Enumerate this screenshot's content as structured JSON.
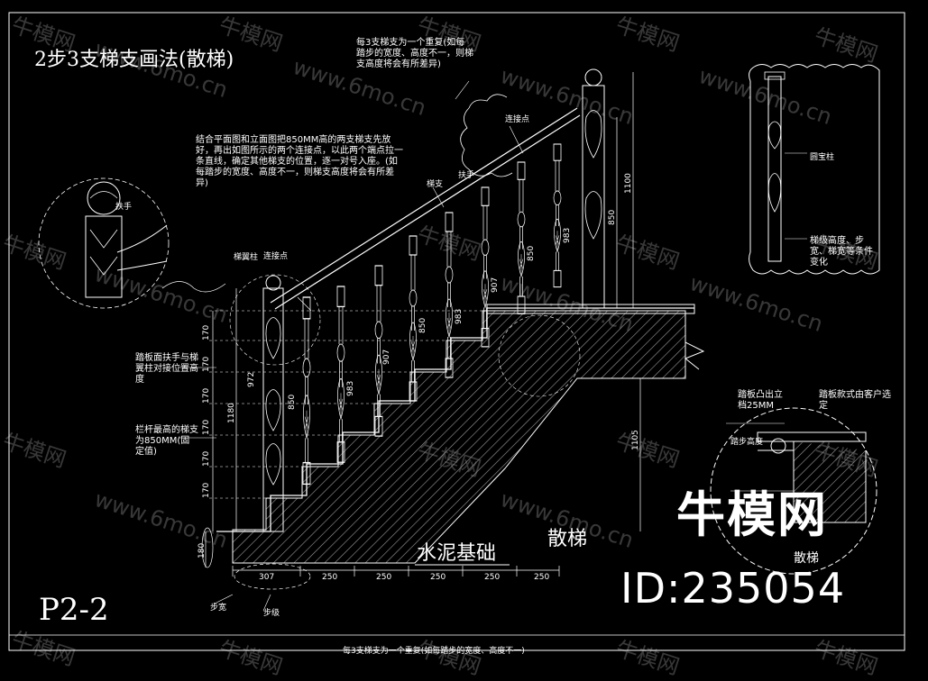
{
  "drawing": {
    "title": "2步3支梯支画法(散梯)",
    "page_code": "P2-2",
    "concrete_label": "水泥基础",
    "stair_type_label": "散梯",
    "detail_stair_label": "散梯"
  },
  "notes": {
    "top": "每3支梯支为一个重复(如每踏步的宽度、高度不一，则梯支高度将会有所差异)",
    "mid": "结合平面图和立面图把850MM高的两支梯支先放好，再出如图所示的两个连接点，以此两个端点拉一条直线，确定其他梯支的位置，逐一对号入座。(如每踏步的宽度、高度不一，则梯支高度将会有所差异)",
    "left_a": "踏板面扶手与梯翼柱对接位置高度",
    "left_b": "栏杆最高的梯支为850MM(固定值)",
    "right_top": "圆宝柱",
    "right_bottom": "梯级高度、步宽、梯宽等条件变化",
    "detail_a": "踏板凸出立档25MM",
    "detail_b": "踏板款式由客户选定"
  },
  "labels": {
    "connect_top": "连接点",
    "connect_left": "连接点",
    "handrail": "扶手",
    "baluster": "梯支",
    "newel": "梯翼柱",
    "handrail_small": "扶手",
    "step_height": "踏步高度",
    "step_width": "步宽",
    "riser": "步级",
    "bottom_note": "每3支梯支为一个重复(如每踏步的宽度、高度不一)"
  },
  "dimensions": {
    "bottom": [
      "307",
      "250",
      "250",
      "250",
      "250",
      "250"
    ],
    "left_rise": [
      "170",
      "170",
      "170",
      "170",
      "170",
      "170"
    ],
    "left_total": "1180",
    "left_base": "180",
    "newel_rail": "972",
    "newel_inner": "850",
    "balusters": [
      "983",
      "907",
      "850",
      "983",
      "907",
      "850",
      "983"
    ],
    "right_total": "1100",
    "right_850": "850",
    "right_1105": "1105"
  },
  "brand": {
    "name": "牛模网",
    "id": "ID:235054",
    "watermark_cn": "牛模网",
    "watermark_url": "www.6mo.cn"
  }
}
